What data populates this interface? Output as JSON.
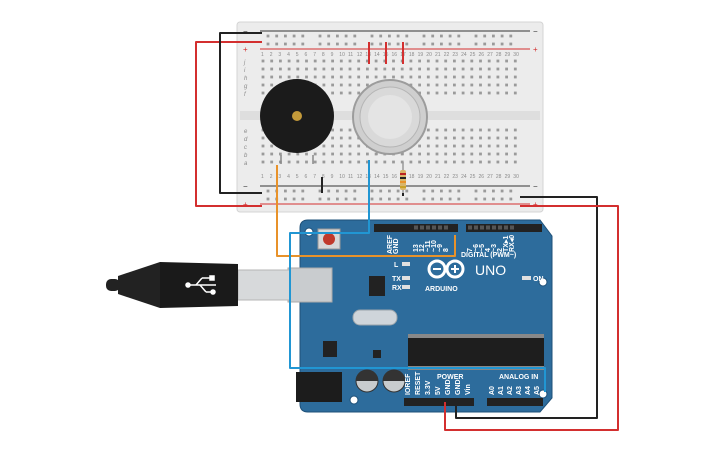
{
  "board": {
    "brand": "ARDUINO",
    "model": "UNO",
    "on_label": "ON",
    "digital_header": "DIGITAL (PWM~)",
    "analog_header": "ANALOG IN",
    "power_header": "POWER",
    "led_l": "L",
    "led_tx": "TX",
    "led_rx": "RX",
    "aref": "AREF",
    "gnd": "GND",
    "digital_pins": [
      "13",
      "12",
      "~11",
      "~10",
      "~9",
      "8",
      "7",
      "~6",
      "~5",
      "4",
      "~3",
      "2",
      "TX▸1",
      "RX◂0"
    ],
    "power_pins": [
      "IOREF",
      "RESET",
      "3.3V",
      "5V",
      "GND",
      "GND",
      "Vin"
    ],
    "analog_pins": [
      "A0",
      "A1",
      "A2",
      "A3",
      "A4",
      "A5"
    ]
  },
  "breadboard": {
    "row_letters_top": [
      "j",
      "i",
      "h",
      "g",
      "f"
    ],
    "row_letters_bottom": [
      "e",
      "d",
      "c",
      "b",
      "a"
    ],
    "plus": "+",
    "minus": "−",
    "column_numbers": [
      "1",
      "2",
      "3",
      "4",
      "5",
      "6",
      "7",
      "8",
      "9",
      "10",
      "11",
      "12",
      "13",
      "14",
      "15",
      "16",
      "17",
      "18",
      "19",
      "20",
      "21",
      "22",
      "23",
      "24",
      "25",
      "26",
      "27",
      "28",
      "29",
      "30"
    ]
  },
  "colors": {
    "board_blue": "#2d6c9c",
    "wire_red": "#d32f2f",
    "wire_black": "#222222",
    "wire_orange": "#e8922a",
    "wire_blue": "#2196d3",
    "breadboard": "#ececec"
  },
  "components": {
    "buzzer": "piezo-buzzer",
    "sensor": "gas-sensor",
    "resistor": "resistor",
    "usb": "usb-b-cable"
  }
}
